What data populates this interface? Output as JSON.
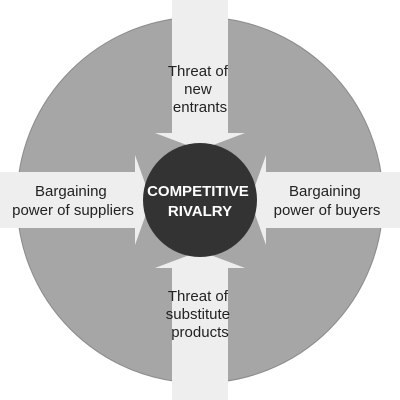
{
  "diagram": {
    "colors": {
      "ring": "#a6a6a6",
      "ring_border": "#8a8a8a",
      "arrow": "#eeeeee",
      "center": "#333333",
      "label_text": "#222222",
      "center_text": "#ffffff"
    },
    "center": {
      "lines": [
        "COMPETITIVE",
        "RIVALRY"
      ]
    },
    "forces": {
      "top": {
        "lines": [
          "Threat of",
          "new",
          "entrants"
        ]
      },
      "left": {
        "lines": [
          "Bargaining",
          "power of suppliers"
        ]
      },
      "right": {
        "lines": [
          "Bargaining",
          "power of buyers"
        ]
      },
      "bottom": {
        "lines": [
          "Threat of",
          "substitute",
          "products"
        ]
      }
    }
  }
}
